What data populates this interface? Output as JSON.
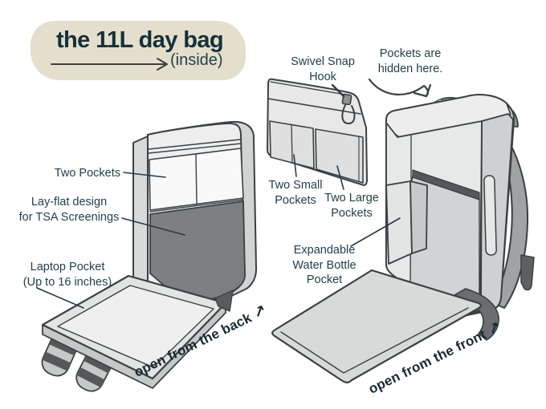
{
  "header": {
    "title": "the 11L day bag",
    "subtitle": "(inside)"
  },
  "left_diagram": {
    "label_two_pockets": "Two Pockets",
    "label_lay_flat": "Lay-flat design\nfor TSA Screenings",
    "label_laptop": "Laptop Pocket\n(Up to 16 inches)",
    "caption": "open from the back",
    "caption_arrow": "↗"
  },
  "organizer": {
    "label_swivel": "Swivel Snap\nHook",
    "label_small_pockets": "Two Small\nPockets",
    "label_large_pockets": "Two Large\nPockets"
  },
  "right_diagram": {
    "label_hidden": "Pockets are\nhidden here.",
    "label_bottle": "Expandable\nWater Bottle\nPocket",
    "caption": "open from the front",
    "caption_arrow": "↗"
  },
  "colors": {
    "background": "#ffffff",
    "title_badge": "#e4dfcc",
    "title_text": "#14303c",
    "label_text": "#1f3d4a",
    "line_art": "#3a4043",
    "bag_light": "#eeeeef",
    "bag_mid": "#d8d9d9",
    "bag_dark_panel": "#7d7f80",
    "slot_dark": "#55585a",
    "strap_gray": "#a0a2a3"
  }
}
